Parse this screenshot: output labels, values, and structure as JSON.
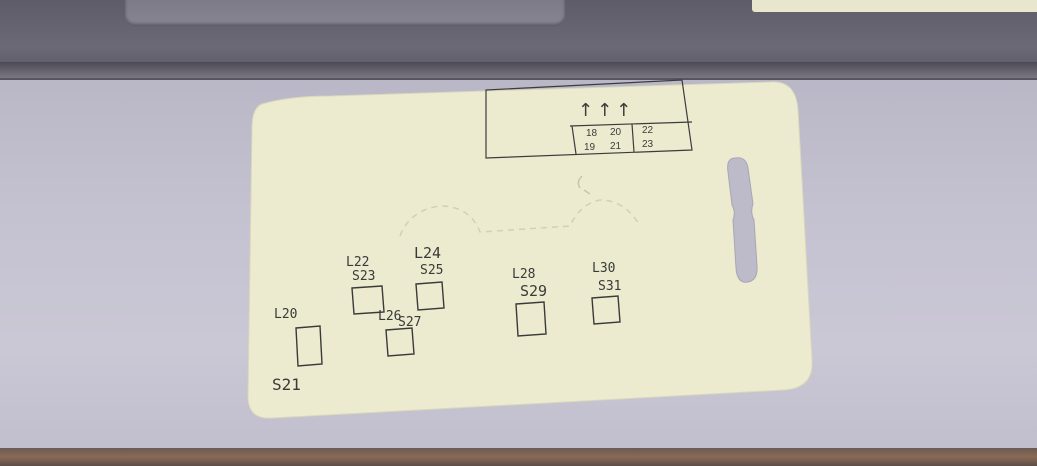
{
  "colors": {
    "card": "#ecebcf",
    "ink": "#3a3a3a",
    "pencil": "#c9c7ad"
  },
  "sketch": {
    "top_right_grid": {
      "arrows_label": "↑↑↑",
      "cells": [
        "18",
        "20",
        "22",
        "19",
        "21",
        "23"
      ]
    },
    "markers": [
      {
        "top": "L20",
        "bottom": "S21"
      },
      {
        "top": "L22",
        "bottom": "S23"
      },
      {
        "top": "L24",
        "bottom": "S25"
      },
      {
        "top": "L26",
        "bottom": "S27"
      },
      {
        "top": "L28",
        "bottom": "S29"
      },
      {
        "top": "L30",
        "bottom": "S31"
      }
    ]
  }
}
